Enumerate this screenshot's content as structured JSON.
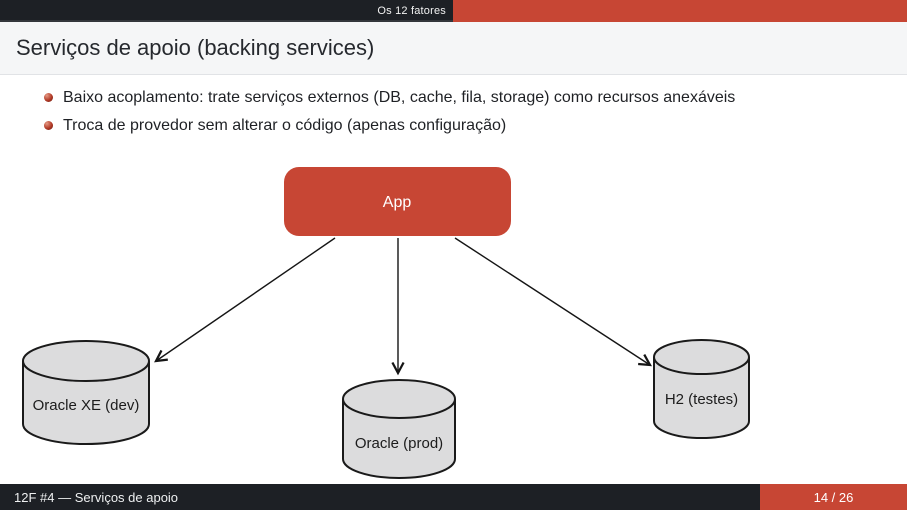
{
  "colors": {
    "accent_red": "#c74634",
    "bar_dark": "#1d2025",
    "title_band_bg": "#f5f6f7",
    "cylinder_fill": "#dcdcdd",
    "diagram_stroke": "#1a1a1a",
    "bullet_ball": "#a8331f"
  },
  "top_bar": {
    "section_label": "Os 12 fatores"
  },
  "header": {
    "title": "Serviços de apoio (backing services)"
  },
  "bullets": [
    "Baixo acoplamento: trate serviços externos (DB, cache, fila, storage) como recursos anexáveis",
    "Troca de provedor sem alterar o código (apenas configuração)"
  ],
  "diagram": {
    "app_label": "App",
    "nodes": [
      {
        "label": "Oracle XE (dev)"
      },
      {
        "label": "Oracle (prod)"
      },
      {
        "label": "H2 (testes)"
      }
    ]
  },
  "footer": {
    "left_text": "12F #4 — Serviços de apoio",
    "page": "14 / 26"
  }
}
